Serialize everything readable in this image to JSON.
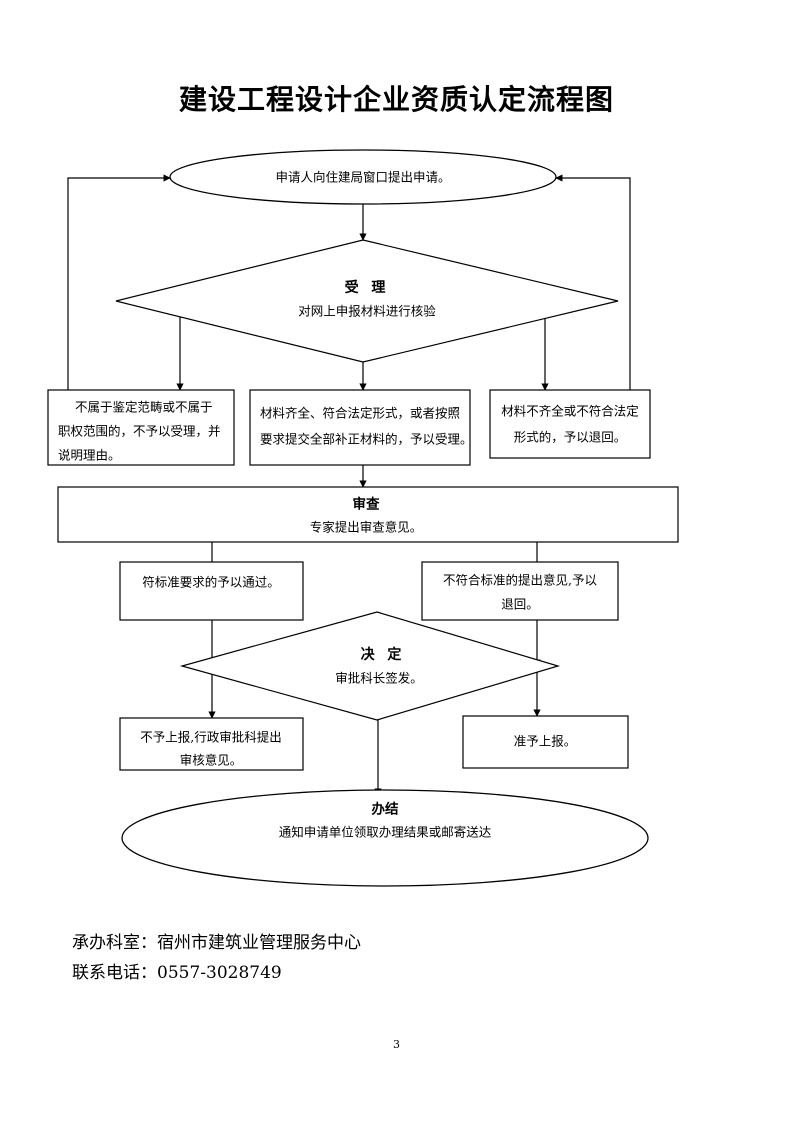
{
  "document": {
    "title": "建设工程设计企业资质认定流程图",
    "page_number": "3"
  },
  "flowchart": {
    "start": {
      "shape": "ellipse",
      "text": "申请人向住建局窗口提出申请。"
    },
    "accept_decision": {
      "shape": "diamond",
      "heading": "受  理",
      "text": "对网上申报材料进行核验"
    },
    "accept_outcomes": [
      {
        "shape": "rect",
        "text": "不属于鉴定范畴或不属于职权范围的，不予以受理，并说明理由。"
      },
      {
        "shape": "rect",
        "text": "材料齐全、符合法定形式，或者按照要求提交全部补正材料的，予以受理。"
      },
      {
        "shape": "rect",
        "text": "材料不齐全或不符合法定形式的，予以退回。"
      }
    ],
    "review": {
      "shape": "rect",
      "heading": "审查",
      "text": "专家提出审查意见。"
    },
    "review_outcomes": [
      {
        "shape": "rect",
        "text": "符标准要求的予以通过。"
      },
      {
        "shape": "rect",
        "text": "不符合标准的提出意见，予以退回。"
      }
    ],
    "decide_decision": {
      "shape": "diamond",
      "heading": "决  定",
      "text": "审批科长签发。"
    },
    "decide_outcomes": [
      {
        "shape": "rect",
        "text": "不予上报,行政审批科提出审核意见。"
      },
      {
        "shape": "rect",
        "text": "准予上报。"
      }
    ],
    "end": {
      "shape": "ellipse",
      "heading": "办结",
      "text": "通知申请单位领取办理结果或邮寄送达"
    }
  },
  "lines": {
    "start_text": "申请人向住建局窗口提出申请。",
    "accept_head": "受  理",
    "accept_sub": "对网上申报材料进行核验",
    "box1_l1": "不属于鉴定范畴或不属于",
    "box1_l2": "职权范围的，不予以受理，并",
    "box1_l3": "说明理由。",
    "box2_l1": "材料齐全、符合法定形式，或者按照",
    "box2_l2": "要求提交全部补正材料的，予以受理。",
    "box3_l1": "材料不齐全或不符合法定",
    "box3_l2": "形式的，予以退回。",
    "review_head": "审查",
    "review_sub": "专家提出审查意见。",
    "box4_l1": "符标准要求的予以通过。",
    "box5_l1": "不符合标准的提出意见,予以",
    "box5_l2": "退回。",
    "decide_head": "决  定",
    "decide_sub": "审批科长签发。",
    "box6_l1": "不予上报,行政审批科提出",
    "box6_l2": "审核意见。",
    "box7_l1": "准予上报。",
    "end_head": "办结",
    "end_sub": "通知申请单位领取办理结果或邮寄送达"
  },
  "footer": {
    "department_line": "承办科室：宿州市建筑业管理服务中心",
    "phone_line": "联系电话：0557-3028749"
  },
  "colors": {
    "ink": "#000000",
    "paper": "#ffffff"
  }
}
